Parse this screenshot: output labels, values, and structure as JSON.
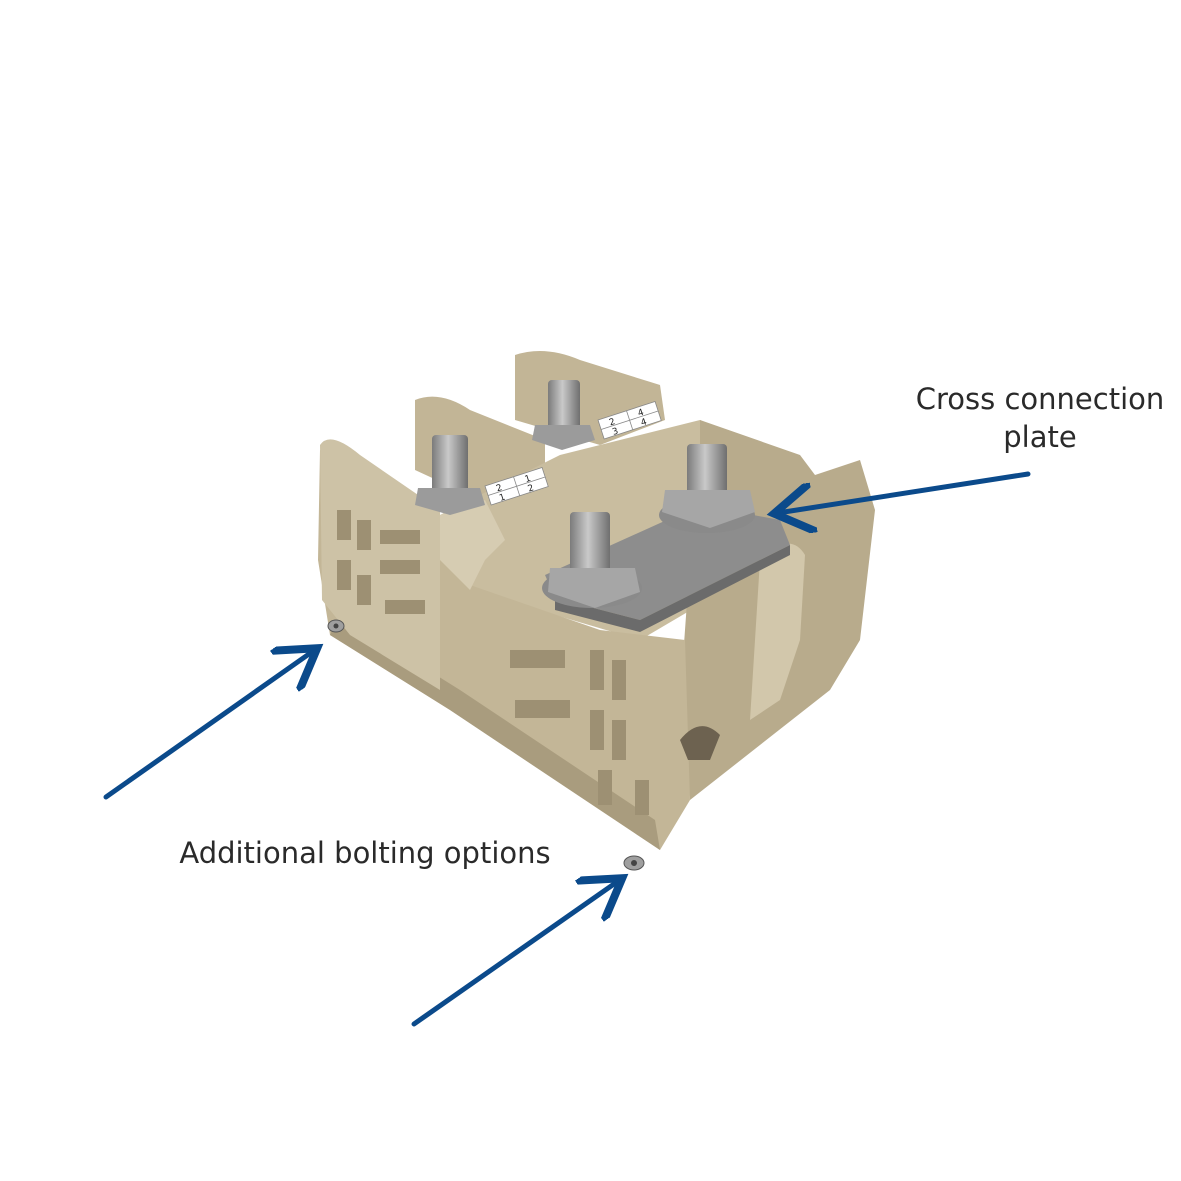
{
  "callouts": {
    "cross_connection": {
      "line1": "Cross connection",
      "line2": "plate"
    },
    "bolting": {
      "text": "Additional bolting options"
    }
  },
  "marker_labels": {
    "left": {
      "top": [
        "2",
        "1"
      ],
      "bottom": [
        "1",
        "2"
      ]
    },
    "right": {
      "top": [
        "2",
        "4"
      ],
      "bottom": [
        "3",
        "4"
      ]
    }
  },
  "colors": {
    "arrow": "#0b4a8b",
    "housing": "#c8bca0",
    "housing_shadow": "#a99c7e",
    "metal": "#9a9a9a",
    "text": "#2a2a2a"
  },
  "icons": [
    "arrow-icon"
  ]
}
